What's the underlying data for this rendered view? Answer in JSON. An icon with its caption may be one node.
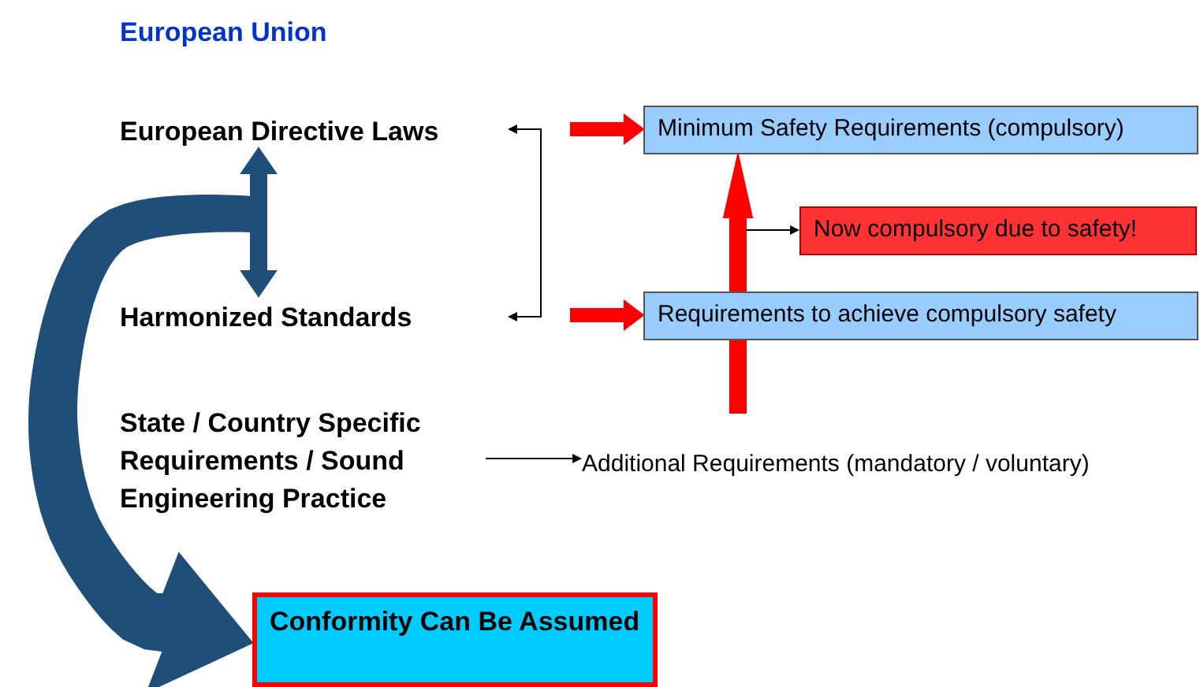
{
  "diagram": {
    "title": "European Union",
    "nodes": [
      {
        "text": [
          "European Directive Laws"
        ]
      },
      {
        "text": [
          "Minimum Safety Requirements (compulsory)"
        ]
      },
      {
        "text": [
          "Now compulsory due to safety!"
        ]
      },
      {
        "text": [
          "Harmonized Standards"
        ]
      },
      {
        "text": [
          "Requirements to achieve compulsory safety"
        ]
      },
      {
        "text": [
          "State / Country Specific Requirements / Sound Engineering Practice"
        ]
      },
      {
        "text": [
          "Additional Requirements (mandatory / voluntary)"
        ]
      },
      {
        "text": [
          "Conformity Can Be Assumed"
        ]
      }
    ],
    "edges": [
      {
        "from": 0,
        "to": 3,
        "arrow": "both"
      },
      {
        "from": null,
        "to": 1,
        "arrow": "to",
        "style": "thick",
        "color": "#ff0000"
      },
      {
        "from": null,
        "to": 4,
        "arrow": "to",
        "style": "thick",
        "color": "#ff0000"
      },
      {
        "from": 0,
        "to": 3,
        "arrow": "both",
        "style": "thick",
        "color": "#1f4e79"
      },
      {
        "from": null,
        "to": 1,
        "arrow": "to",
        "style": "thick",
        "color": "#ff0000"
      },
      {
        "from": null,
        "to": 2,
        "arrow": "to"
      },
      {
        "from": 5,
        "to": 6,
        "arrow": "to"
      },
      {
        "from": null,
        "to": 7,
        "arrow": "to",
        "style": "thick",
        "color": "#1f4e79"
      }
    ]
  }
}
